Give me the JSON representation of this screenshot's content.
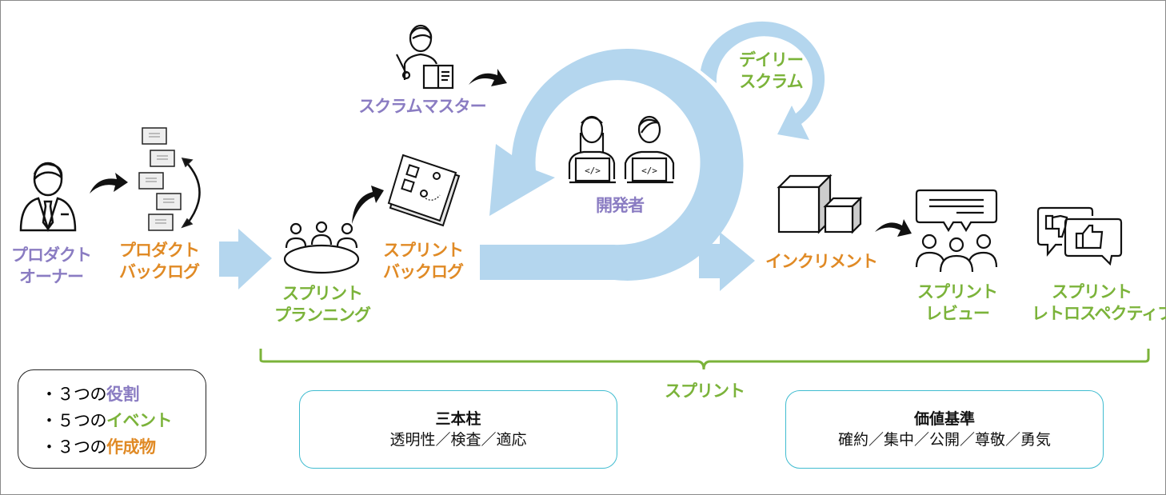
{
  "colors": {
    "roles": "#8a7cc2",
    "events": "#7bb33a",
    "artifacts": "#e08a25",
    "flow_arrow": "#b4d6ee",
    "values_border": "#40bcd0"
  },
  "roles": {
    "product_owner": [
      "プロダクト",
      "オーナー"
    ],
    "scrum_master": "スクラムマスター",
    "developers": "開発者"
  },
  "artifacts": {
    "product_backlog": [
      "プロダクト",
      "バックログ"
    ],
    "sprint_backlog": [
      "スプリント",
      "バックログ"
    ],
    "increment": "インクリメント"
  },
  "events": {
    "sprint_planning": [
      "スプリント",
      "プランニング"
    ],
    "daily_scrum": [
      "デイリー",
      "スクラム"
    ],
    "sprint_review": [
      "スプリント",
      "レビュー"
    ],
    "sprint_retrospective": [
      "スプリント",
      "レトロスペクティブ"
    ],
    "sprint": "スプリント"
  },
  "icons": {
    "product_owner": "businessman-icon",
    "product_backlog": "stacked-notes-icon",
    "scrum_master": "teacher-icon",
    "sprint_planning": "meeting-table-icon",
    "sprint_backlog": "checklist-map-icon",
    "developers": "developers-laptop-icon",
    "increment": "boxes-icon",
    "sprint_review": "audience-speech-icon",
    "sprint_retrospective": "thumbs-feedback-icon"
  },
  "legend": {
    "items": [
      {
        "prefix": "・３つの",
        "highlight": "役割"
      },
      {
        "prefix": "・５つの",
        "highlight": "イベント"
      },
      {
        "prefix": "・３つの",
        "highlight": "作成物"
      }
    ]
  },
  "pillars": {
    "title": "三本柱",
    "items": "透明性／検査／適応"
  },
  "values": {
    "title": "価値基準",
    "items": "確約／集中／公開／尊敬／勇気"
  }
}
